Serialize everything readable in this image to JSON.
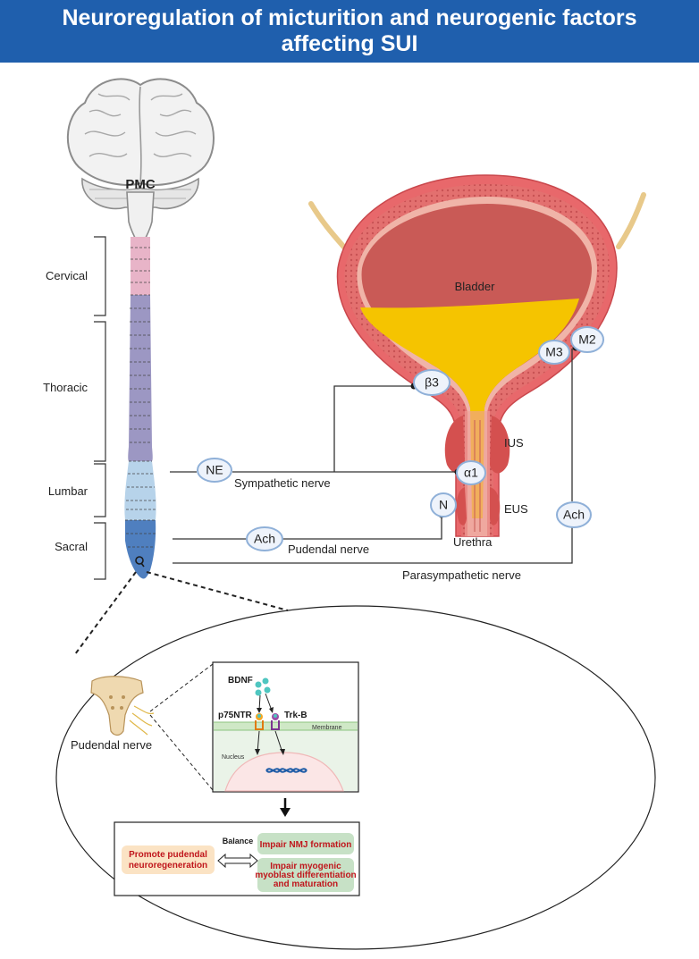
{
  "title": {
    "line1": "Neuroregulation of micturition and neurogenic factors",
    "line2": "affecting SUI"
  },
  "brain": {
    "label": "PMC"
  },
  "spinal_regions": [
    "Cervical",
    "Thoracic",
    "Lumbar",
    "Sacral"
  ],
  "bladder": {
    "label": "Bladder",
    "ius": "IUS",
    "eus": "EUS",
    "urethra": "Urethra"
  },
  "receptors": {
    "m2": "M2",
    "m3": "M3",
    "beta3": "β3",
    "alpha1": "α1",
    "n": "N",
    "ne": "NE",
    "ach_pudendal": "Ach",
    "ach_parasym": "Ach"
  },
  "nerves": {
    "sympathetic": "Sympathetic nerve",
    "pudendal": "Pudendal nerve",
    "parasympathetic": "Parasympathetic nerve"
  },
  "zoom": {
    "pudendal_label": "Pudendal nerve",
    "bdnf": "BDNF",
    "p75": "p75NTR",
    "trkb": "Trk-B",
    "membrane": "Membrane",
    "nucleus": "Nucleus",
    "balance": "Balance",
    "promote": [
      "Promote pudendal",
      "neuroregeneration"
    ],
    "impair_nmj": "Impair NMJ formation",
    "impair_myo": [
      "Impair myogenic",
      "myoblast differentiation",
      "and maturation"
    ]
  },
  "colors": {
    "header": "#1f5fad",
    "cervical": "#e8b4c8",
    "thoracic": "#9c97c3",
    "lumbar": "#b7d3ea",
    "sacral": "#4f7fbf",
    "bladder_wall": "#e06a6e",
    "urine": "#f5c400"
  }
}
